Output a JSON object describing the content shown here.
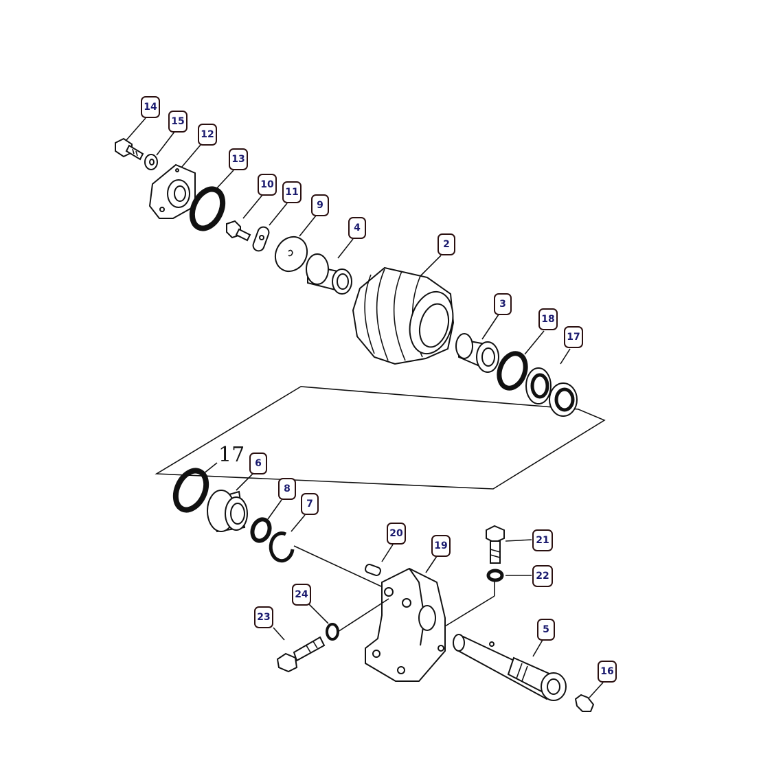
{
  "callouts": {
    "c2": "2",
    "c3": "3",
    "c4": "4",
    "c5": "5",
    "c6": "6",
    "c7": "7",
    "c8": "8",
    "c9": "9",
    "c10": "10",
    "c11": "11",
    "c12": "12",
    "c13": "13",
    "c14": "14",
    "c15": "15",
    "c16": "16",
    "c17": "17",
    "c18": "18",
    "c19": "19",
    "c20": "20",
    "c21": "21",
    "c22": "22",
    "c23": "23",
    "c24": "24"
  },
  "detail_label": "17",
  "colors": {
    "line": "#111111",
    "callout_text": "#1a1a6e",
    "callout_border": "#2a1010",
    "background": "#ffffff"
  }
}
